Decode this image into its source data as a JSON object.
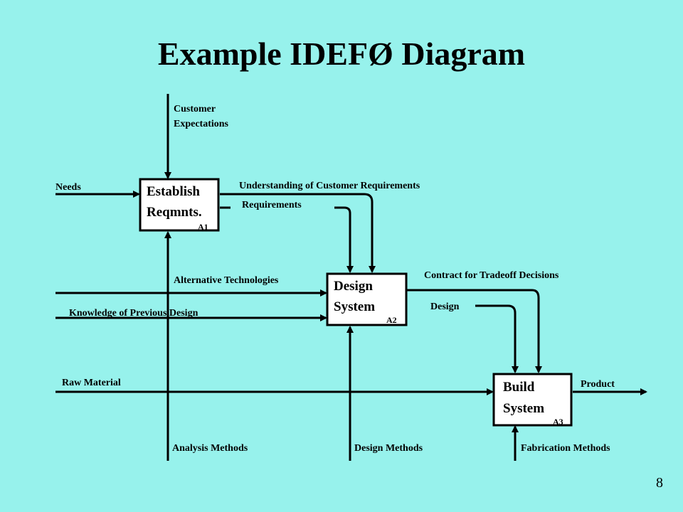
{
  "title": "Example IDEFØ Diagram",
  "page_number": "8",
  "boxes": {
    "a1": {
      "line1": "Establish",
      "line2": "Reqmnts.",
      "id": "A1"
    },
    "a2": {
      "line1": "Design",
      "line2": "System",
      "id": "A2"
    },
    "a3": {
      "line1": "Build",
      "line2": "System",
      "id": "A3"
    }
  },
  "labels": {
    "customer_expectations_1": "Customer",
    "customer_expectations_2": "Expectations",
    "needs": "Needs",
    "understanding": "Understanding of Customer Requirements",
    "requirements": "Requirements",
    "alternative_technologies": "Alternative Technologies",
    "knowledge_previous_design": "Knowledge of Previous Design",
    "contract_tradeoff": "Contract for Tradeoff Decisions",
    "design": "Design",
    "raw_material": "Raw Material",
    "product": "Product",
    "analysis_methods": "Analysis Methods",
    "design_methods": "Design Methods",
    "fabrication_methods": "Fabrication Methods"
  }
}
